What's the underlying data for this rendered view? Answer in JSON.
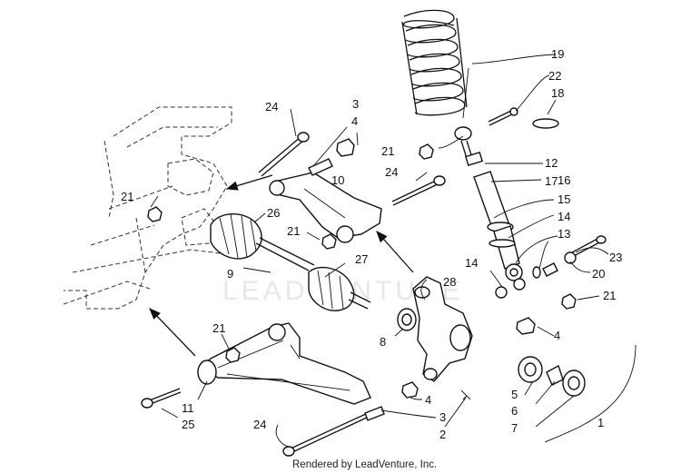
{
  "callouts": {
    "c1": "1",
    "c2": "2",
    "c3a": "3",
    "c3b": "3",
    "c4a": "4",
    "c4b": "4",
    "c4c": "4",
    "c5": "5",
    "c6": "6",
    "c7": "7",
    "c8": "8",
    "c9": "9",
    "c10": "10",
    "c11": "11",
    "c12": "12",
    "c13": "13",
    "c14a": "14",
    "c14b": "14",
    "c15": "15",
    "c16": "16",
    "c17": "17",
    "c18": "18",
    "c19": "19",
    "c20": "20",
    "c21a": "21",
    "c21b": "21",
    "c21c": "21",
    "c21d": "21",
    "c21e": "21",
    "c22": "22",
    "c23": "23",
    "c24a": "24",
    "c24b": "24",
    "c24c": "24",
    "c25": "25",
    "c26": "26",
    "c27": "27",
    "c28": "28"
  },
  "footer": "Rendered by LeadVenture, Inc.",
  "watermark": "LEADVENTURE"
}
